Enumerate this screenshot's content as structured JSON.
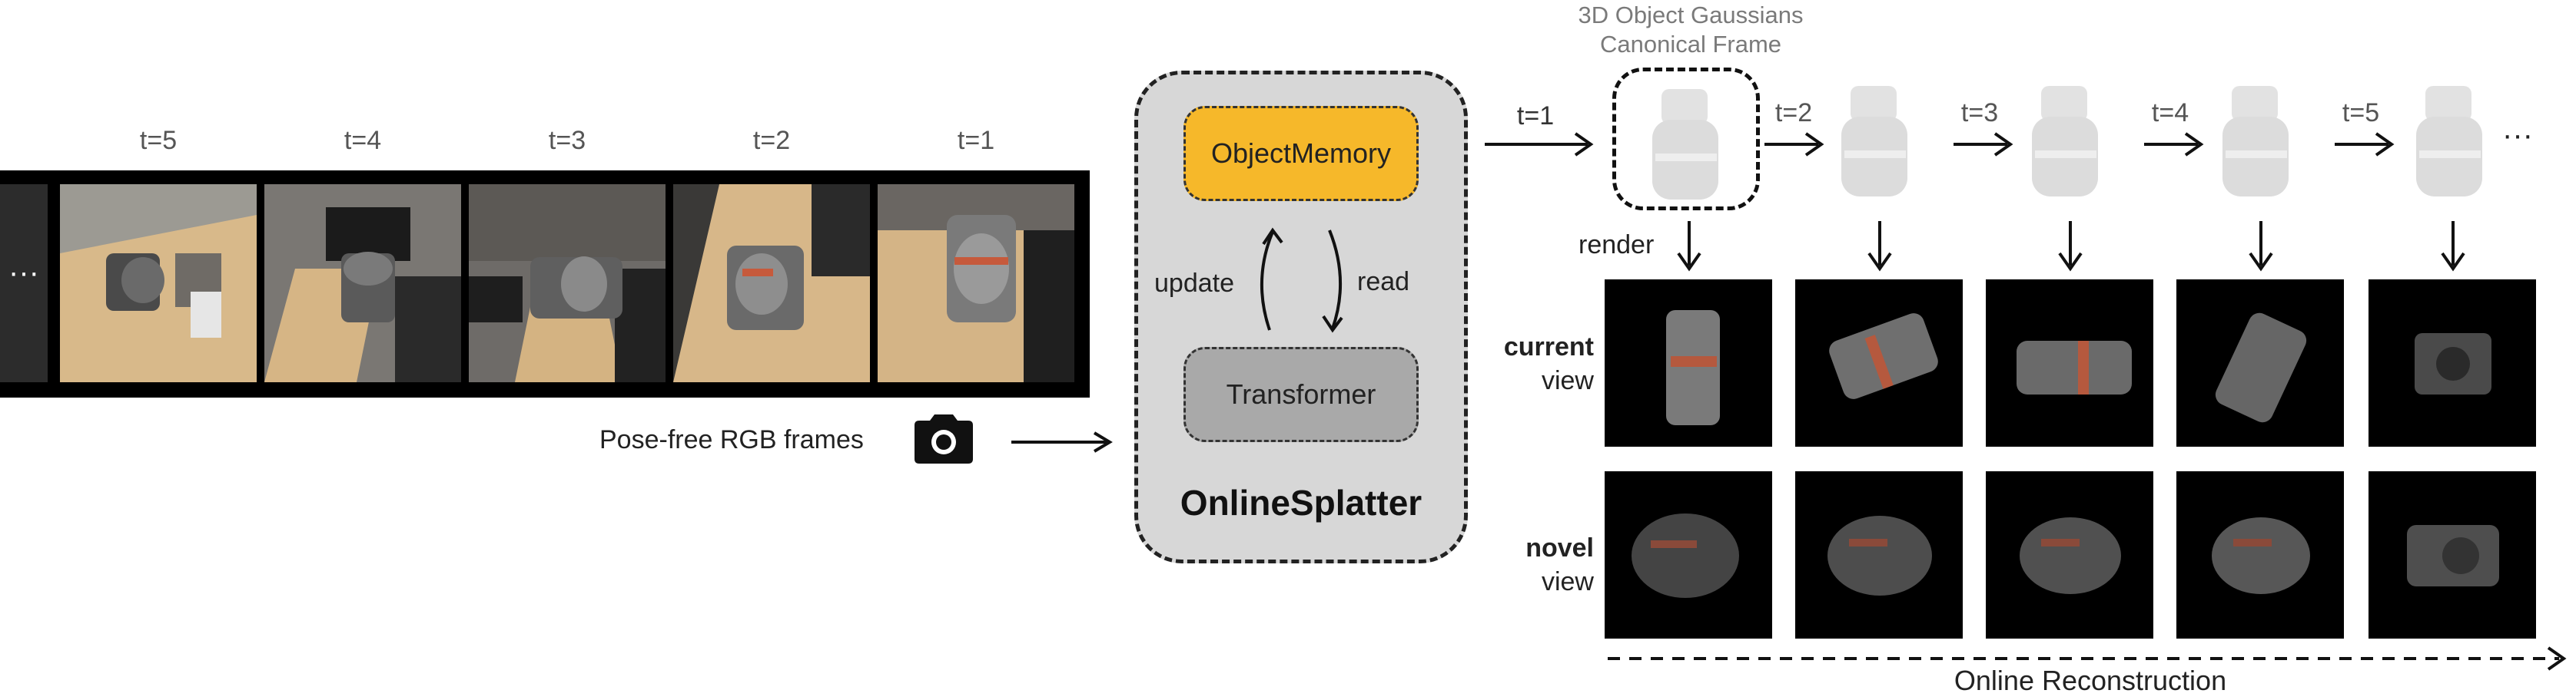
{
  "input_frames": {
    "time_labels": [
      "t=5",
      "t=4",
      "t=3",
      "t=2",
      "t=1"
    ],
    "more_indicator": "···",
    "caption": "Pose-free RGB frames",
    "camera_icon": "camera-icon"
  },
  "splatter": {
    "memory_label": "ObjectMemory",
    "transformer_label": "Transformer",
    "update_label": "update",
    "read_label": "read",
    "name": "OnlineSplatter",
    "colors": {
      "memory": "#f6b82a",
      "transformer": "#a9a9a9",
      "panel": "#d7d7d7"
    }
  },
  "gaussians": {
    "title_line1": "3D Object Gaussians",
    "title_line2": "Canonical Frame",
    "arrow_labels": [
      "t=1",
      "t=2",
      "t=3",
      "t=4",
      "t=5"
    ],
    "more_indicator": "···"
  },
  "render": {
    "render_label": "render",
    "current_label_bold": "current",
    "current_label_rest": "view",
    "novel_label_bold": "novel",
    "novel_label_rest": "view"
  },
  "footer": {
    "online_label": "Online Reconstruction"
  }
}
